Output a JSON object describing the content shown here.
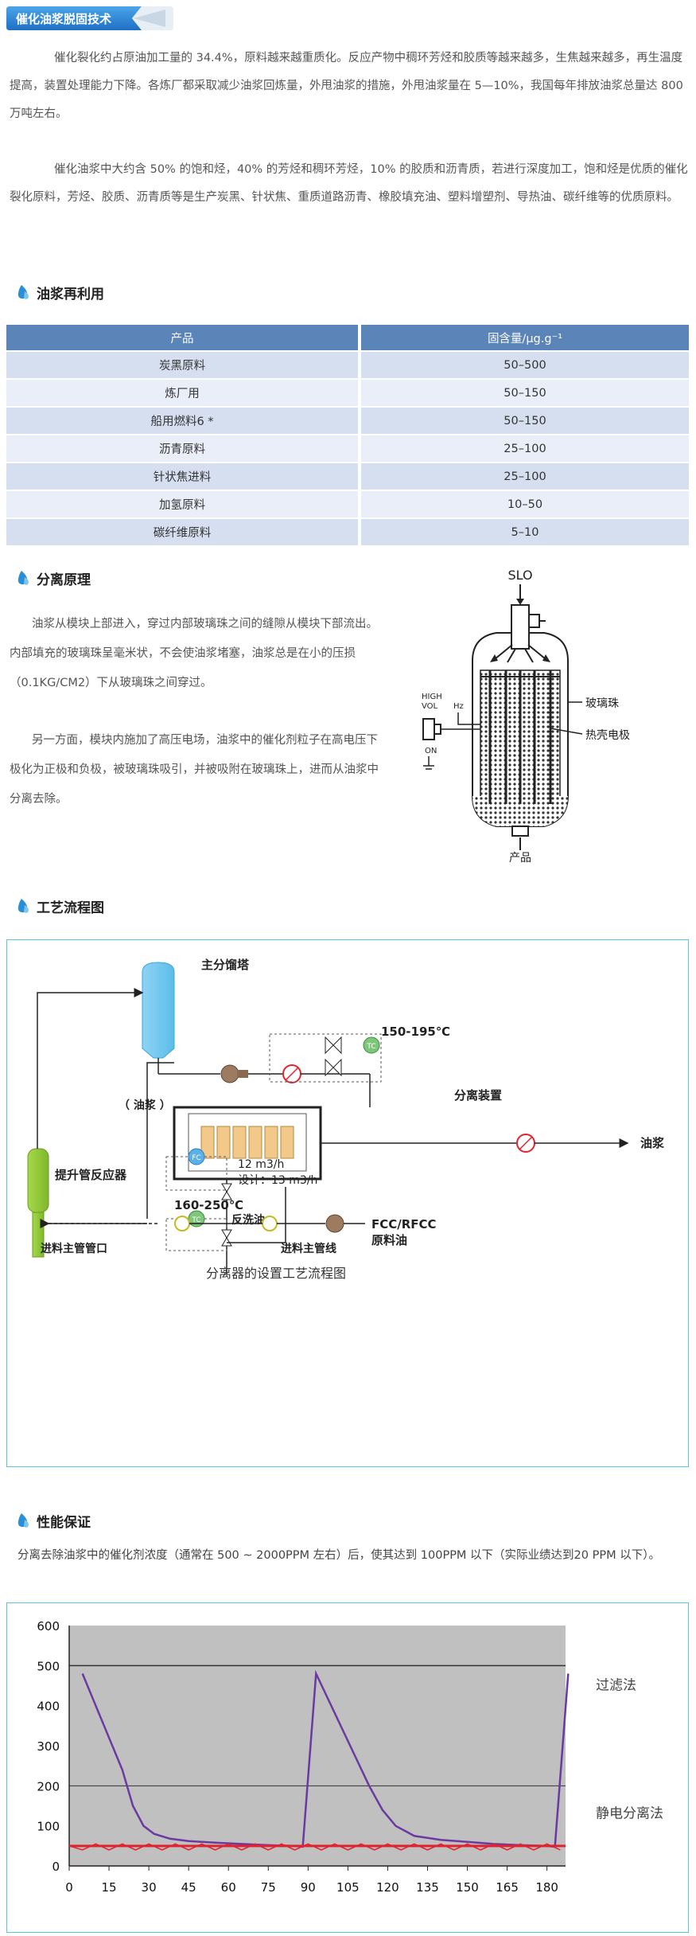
{
  "header": {
    "title": "催化油浆脱固技术"
  },
  "intro": {
    "p1": "催化裂化约占原油加工量的 34.4%，原料越来越重质化。反应产物中稠环芳烃和胶质等越来越多，生焦越来越多，再生温度提高，装置处理能力下降。各炼厂都采取减少油浆回炼量，外甩油浆的措施，外甩油浆量在 5—10%，我国每年排放油浆总量达 800 万吨左右。",
    "p2": "催化油浆中大约含 50% 的饱和烃，40% 的芳烃和稠环芳烃，10% 的胶质和沥青质，若进行深度加工，饱和烃是优质的催化裂化原料，芳烃、胶质、沥青质等是生产炭黑、针状焦、重质道路沥青、橡胶填充油、塑料增塑剂、导热油、碳纤维等的优质原料。"
  },
  "reuse": {
    "title": "油浆再利用",
    "headers": [
      "产品",
      "固含量/μg.g⁻¹"
    ],
    "rows": [
      [
        "炭黑原料",
        "50–500"
      ],
      [
        "炼厂用",
        "50–150"
      ],
      [
        "船用燃料6 *",
        "50–150"
      ],
      [
        "沥青原料",
        "25–100"
      ],
      [
        "针状焦进料",
        "25–100"
      ],
      [
        "加氢原料",
        "10–50"
      ],
      [
        "碳纤维原料",
        "5–10"
      ]
    ]
  },
  "separation": {
    "title": "分离原理",
    "p1": "油浆从模块上部进入，穿过内部玻璃珠之间的缝隙从模块下部流出。内部填充的玻璃珠呈毫米状，不会使油浆堵塞，油浆总是在小的压损（0.1KG/CM2）下从玻璃珠之间穿过。",
    "p2": "另一方面，模块内施加了高压电场，油浆中的催化剂粒子在高电压下极化为正极和负极，被玻璃珠吸引，并被吸附在玻璃珠上，进而从油浆中分离去除。",
    "diagram": {
      "inlet": "SLO",
      "bead_label": "玻璃珠",
      "electrode_label": "热壳电极",
      "hv_label_1": "HIGH",
      "hv_label_2": "VOL",
      "hz_label": "Hz",
      "on_label": "ON",
      "outlet": "产品"
    }
  },
  "process": {
    "title": "工艺流程图",
    "tower_label": "主分馏塔",
    "slurry_label": "（ 油浆 ）",
    "temp_1": "150-195℃",
    "tc_label": "TC",
    "fc_label": "FC",
    "separator_label": "分离装置",
    "slurry_out": "油浆",
    "flow_rate": "12 m3/h",
    "flow_design": "设计：13 m3/h",
    "temp_2": "160-250℃",
    "backwash": "反洗油",
    "riser_label": "提升管反应器",
    "feed_inlet": "进料主管管口",
    "feed_line": "进料主管线",
    "feed_1": "FCC/RFCC",
    "feed_2": "原料油",
    "caption": "分离器的设置工艺流程图"
  },
  "performance": {
    "title": "性能保证",
    "text": "分离去除油浆中的催化剂浓度（通常在 500 ~ 2000PPM 左右）后，使其达到 100PPM 以下（实际业绩达到20 PPM 以下）。"
  },
  "chart_data": {
    "type": "line",
    "xlim": [
      0,
      187
    ],
    "ylim": [
      0,
      600
    ],
    "xticks": [
      0,
      15,
      30,
      45,
      60,
      75,
      90,
      105,
      120,
      135,
      150,
      165,
      180
    ],
    "yticks": [
      0,
      100,
      200,
      300,
      400,
      500,
      600
    ],
    "grid": "horizontal lines at 200 and 500",
    "legend_position": "right",
    "series": [
      {
        "name": "过滤法",
        "color": "#6a3aa0",
        "x": [
          5,
          10,
          15,
          20,
          24,
          28,
          32,
          38,
          45,
          55,
          65,
          75,
          85,
          88,
          93,
          98,
          103,
          108,
          113,
          118,
          123,
          130,
          140,
          150,
          160,
          170,
          180,
          183,
          188
        ],
        "y": [
          480,
          400,
          320,
          240,
          150,
          100,
          80,
          68,
          62,
          58,
          55,
          52,
          50,
          48,
          480,
          410,
          340,
          270,
          200,
          140,
          100,
          75,
          65,
          60,
          55,
          52,
          50,
          48,
          480
        ]
      },
      {
        "name": "静电分离法",
        "color": "#e0242f",
        "x": [
          0,
          5,
          10,
          15,
          20,
          25,
          30,
          35,
          40,
          45,
          50,
          55,
          60,
          65,
          70,
          75,
          80,
          85,
          90,
          95,
          100,
          105,
          110,
          115,
          120,
          125,
          130,
          135,
          140,
          145,
          150,
          155,
          160,
          165,
          170,
          175,
          180,
          185
        ],
        "y": [
          50,
          40,
          55,
          40,
          55,
          40,
          55,
          40,
          55,
          40,
          55,
          40,
          55,
          40,
          55,
          40,
          55,
          40,
          55,
          40,
          55,
          40,
          55,
          40,
          55,
          40,
          55,
          40,
          55,
          40,
          55,
          40,
          55,
          40,
          55,
          40,
          55,
          40
        ]
      }
    ]
  }
}
